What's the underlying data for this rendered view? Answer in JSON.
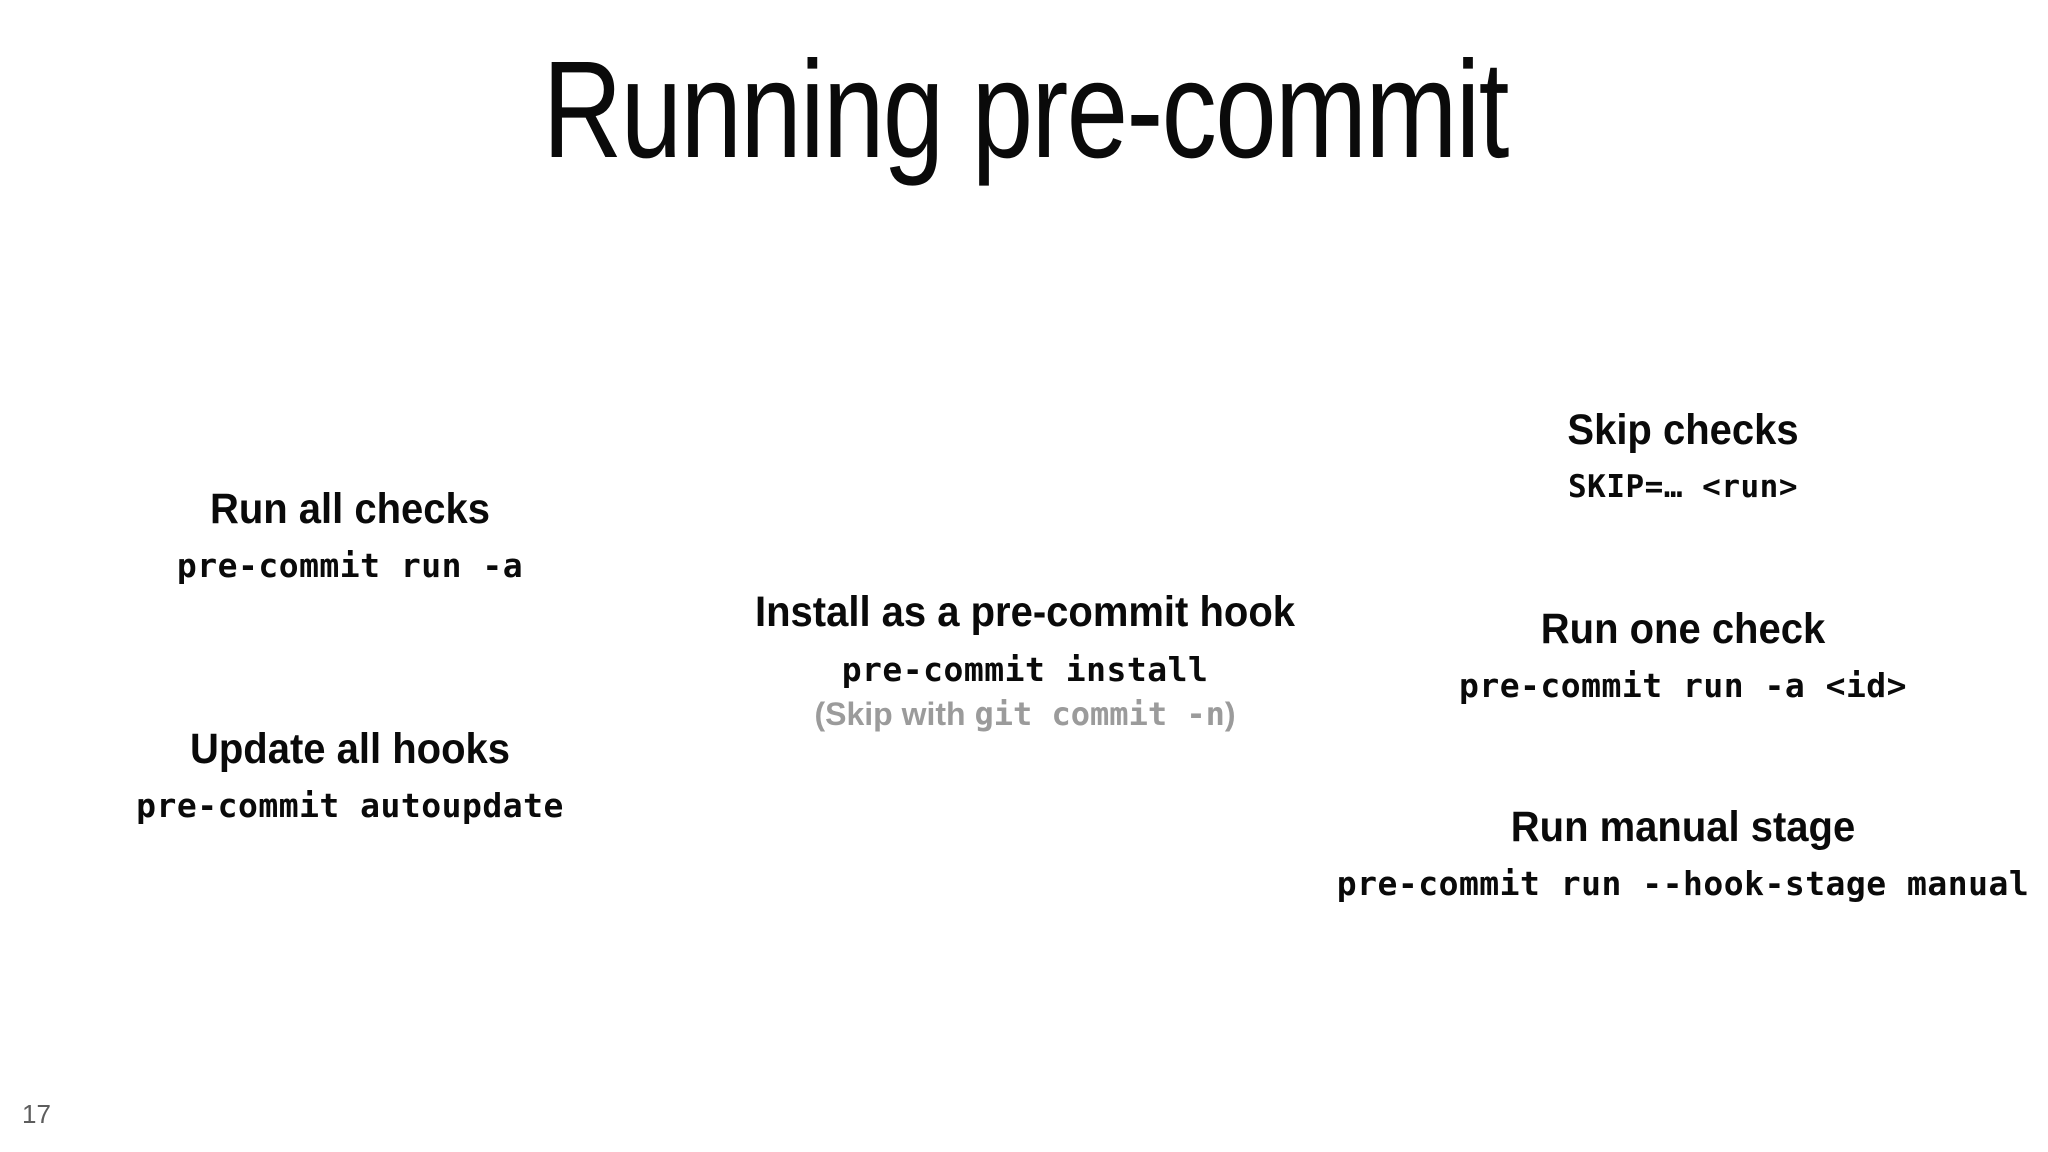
{
  "slide": {
    "title": "Running pre-commit",
    "page_number": "17",
    "background_color": "#ffffff",
    "text_color": "#0a0a0a",
    "muted_color": "#9b9b9b",
    "page_number_color": "#5d5d5d"
  },
  "blocks": {
    "run_all_checks": {
      "heading": "Run all checks",
      "command": "pre-commit run -a"
    },
    "update_all_hooks": {
      "heading": "Update all hooks",
      "command": "pre-commit autoupdate"
    },
    "install_hook": {
      "heading": "Install as a pre-commit hook",
      "command": "pre-commit install",
      "note_prefix": "(Skip with ",
      "note_command": "git commit -n",
      "note_suffix": ")"
    },
    "skip_checks": {
      "heading": "Skip checks",
      "command": "SKIP=… <run>"
    },
    "run_one_check": {
      "heading": "Run one check",
      "command": "pre-commit run -a <id>"
    },
    "run_manual_stage": {
      "heading": "Run manual stage",
      "command": "pre-commit run --hook-stage manual"
    }
  }
}
